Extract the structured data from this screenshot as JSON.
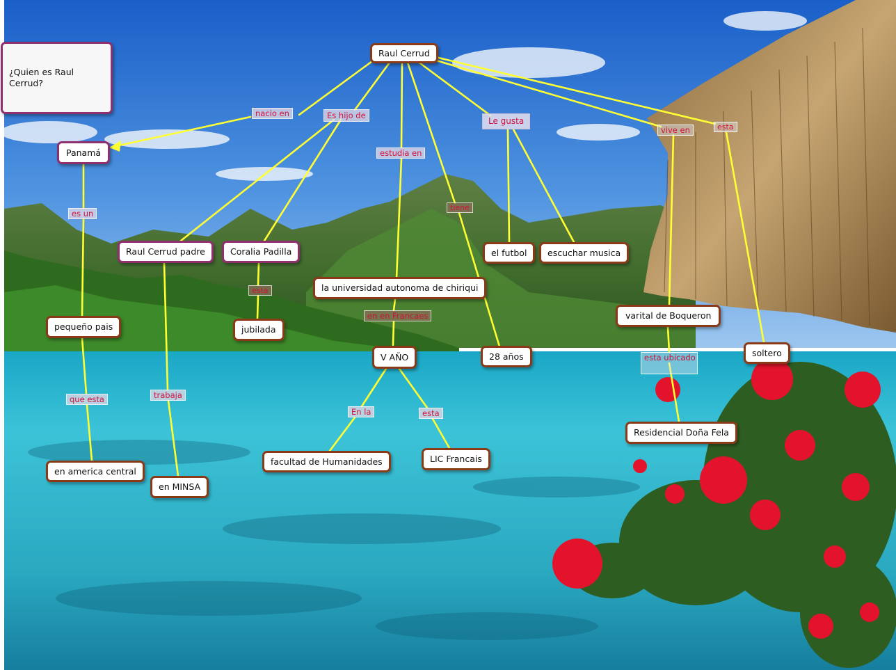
{
  "note": {
    "text": "¿Quien es Raul Cerrud?"
  },
  "nodes": {
    "root": "Raul Cerrud",
    "panama": "Panamá",
    "padre": "Raul Cerrud padre",
    "coralia": "Coralia Padilla",
    "universidad": "la universidad autonoma de chiriqui",
    "futbol": "el futbol",
    "musica": "escuchar musica",
    "boqueron": "varital de Boqueron",
    "pais": "pequeño pais",
    "jubilada": "jubilada",
    "v_ano": "V AÑO",
    "edad": "28 años",
    "soltero": "soltero",
    "residencial": "Residencial Doña Fela",
    "america": "en america central",
    "minsa": "en MINSA",
    "humanidades": "facultad de Humanidades",
    "lic": "LIC Francais"
  },
  "links": {
    "nacio_en": "nacio en",
    "hijo_de": "Es hijo de",
    "estudia_en": "estudia en",
    "le_gusta": "Le gusta",
    "vive_en": "vive en",
    "esta_soltero": "esta",
    "tiene": "tiene",
    "es_un": "es un",
    "esta_jubilada": "esta",
    "en_francaes": "en en Francaes",
    "que_esta": "que esta",
    "trabaja": "trabaja",
    "en_la": "En la",
    "esta_lic": "esta",
    "esta_ubicado": "esta ubicado"
  },
  "colors": {
    "connector": "#ffff33",
    "node_border": "#8a3a17",
    "node_border_alt": "#8e2f6e",
    "link_text": "#d0123a"
  }
}
